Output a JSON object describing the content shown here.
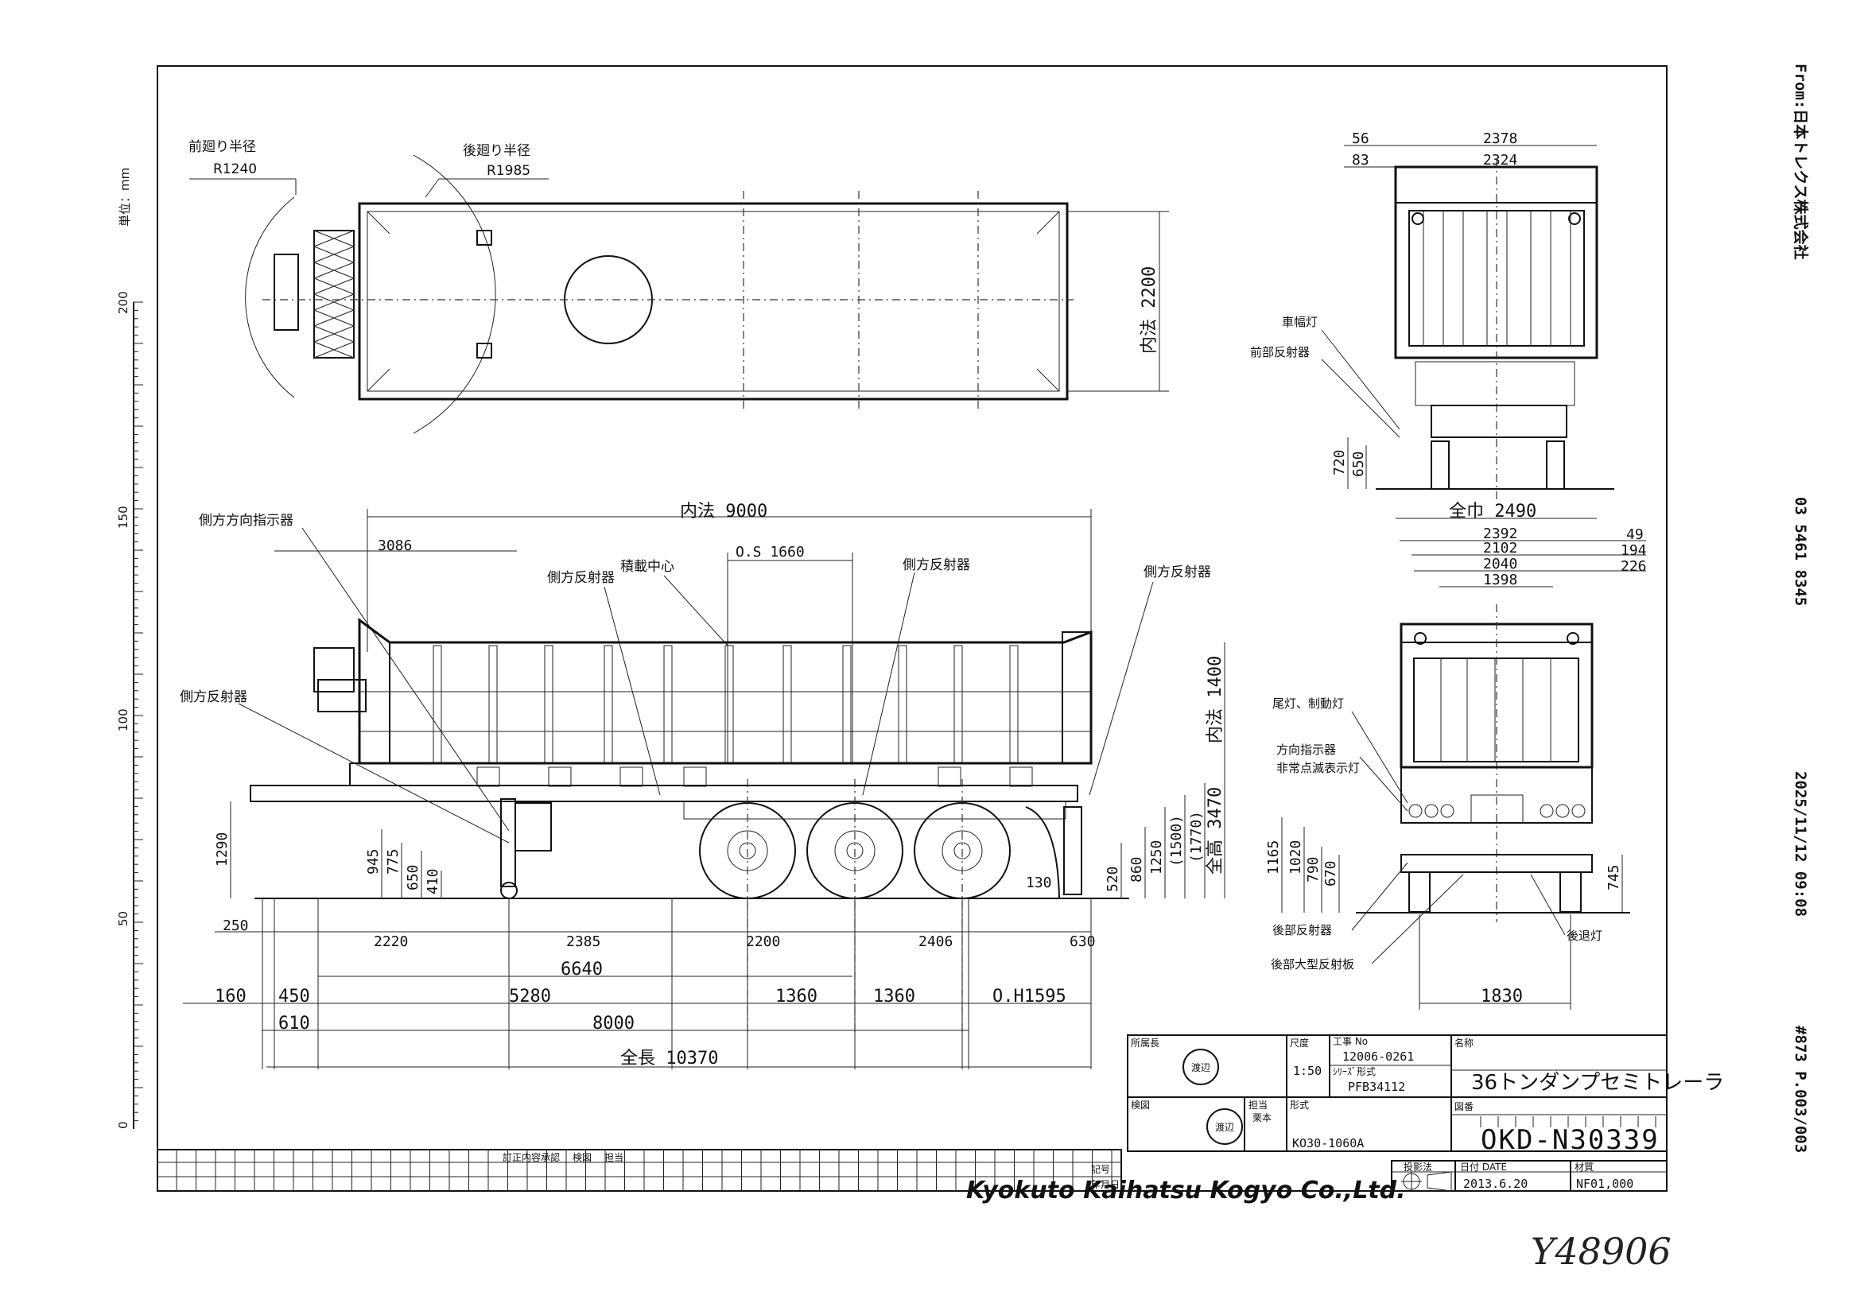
{
  "fax_header": {
    "from": "From:日本トレクス株式会社",
    "phone": "03 5461 8345",
    "datetime": "2025/11/12 09:08",
    "page": "#873 P.003/003"
  },
  "scale_ruler": {
    "unit_label": "単位：mm",
    "ticks": [
      "200",
      "150",
      "100",
      "50",
      "0"
    ]
  },
  "top_view": {
    "front_turn_radius_label": "前廻り半径",
    "front_turn_radius_value": "R1240",
    "rear_turn_radius_label": "後廻り半径",
    "rear_turn_radius_value": "R1985",
    "inner_width": "内法 2200"
  },
  "side_view": {
    "inner_length": "内法 9000",
    "dim_3086": "3086",
    "os_1660": "O.S 1660",
    "labels": {
      "side_direction_indicator": "側方方向指示器",
      "load_center": "積載中心",
      "side_reflector_a": "側方反射器",
      "side_reflector_b": "側方反射器",
      "side_reflector_c": "側方反射器",
      "side_reflector_d": "側方反射器"
    },
    "vertical_dims": {
      "inner_height": "内法 1400",
      "overall_height": "全高 3470",
      "d1290": "1290",
      "d945": "945",
      "d775": "775",
      "d650": "650",
      "d410": "410",
      "d520": "520",
      "d860": "860",
      "d1250": "1250",
      "d1500": "(1500)",
      "d1770": "(1770)"
    },
    "row1": [
      "250",
      "2220",
      "2385",
      "2200",
      "2406",
      "630"
    ],
    "d130": "130",
    "row2": [
      "6640"
    ],
    "row3": [
      "160",
      "450",
      "5280",
      "1360",
      "1360",
      "O.H1595"
    ],
    "row4": [
      "610",
      "8000"
    ],
    "overall_length": "全長 10370"
  },
  "front_view": {
    "w2378": "2378",
    "w2324": "2324",
    "d56": "56",
    "d83": "83",
    "clearance_lamp": "車幅灯",
    "front_reflector": "前部反射器",
    "h720": "720",
    "h650": "650"
  },
  "rear_view": {
    "overall_width": "全巾 2490",
    "w2392": "2392",
    "w2102": "2102",
    "w2040": "2040",
    "w1398": "1398",
    "d49": "49",
    "d194": "194",
    "d226": "226",
    "tail_brake_lamp": "尾灯、制動灯",
    "turn_indicator": "方向指示器",
    "hazard_lamp": "非常点滅表示灯",
    "rear_reflector": "後部反射器",
    "rear_large_reflector": "後部大型反射板",
    "reverse_lamp": "後退灯",
    "h1165": "1165",
    "h1020": "1020",
    "h790": "790",
    "h670": "670",
    "h745": "745",
    "w1830": "1830"
  },
  "title_block": {
    "manager_label": "所属長",
    "checker_label": "検図",
    "designer_label": "担当",
    "designer_name": "栗本",
    "scale_label": "尺度",
    "scale_value": "1:50",
    "work_no_label": "工事 No",
    "work_no_value": "12006-0261",
    "drawing_type_label": "ｼﾘｰｽﾞ形式",
    "drawing_type_value": "PFB34112",
    "model_label": "形式",
    "model_value": "KO30-1060A",
    "name_label": "名称",
    "name_value": "36トンダンプセミトレーラ",
    "drawing_no_label": "図番",
    "drawing_no_value": "OKD-N30339",
    "projection_label": "投影法",
    "date_label": "日付 DATE",
    "date_value": "2013.6.20",
    "material_label": "材質",
    "material_value": "NF01,000",
    "stamp_manager": "渡辺",
    "stamp_checker": "渡辺",
    "company": "Kyokuto Kaihatsu Kogyo Co.,Ltd."
  },
  "revision_table": {
    "row_labels": [
      "記号",
      "年月日",
      "訂正内容",
      "承認",
      "検図",
      "担当"
    ]
  },
  "handwritten_note": "Y48906"
}
